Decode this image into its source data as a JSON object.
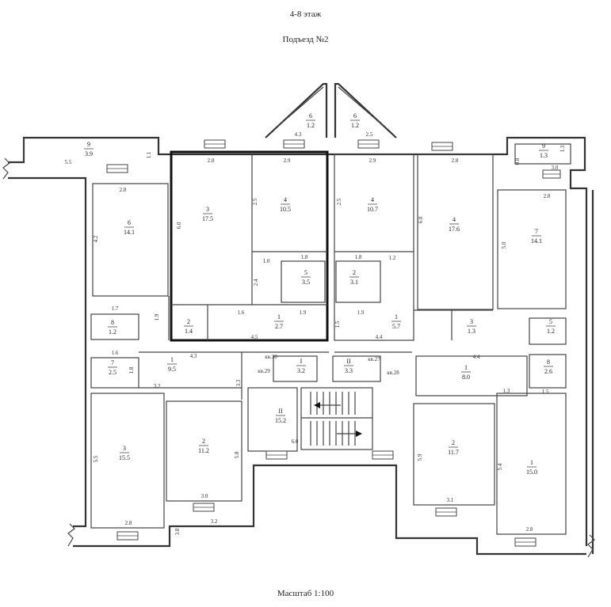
{
  "header": {
    "floor": "4-8 этаж",
    "entrance": "Подъезд №2"
  },
  "footer": {
    "scale": "Масштаб 1:100"
  },
  "rooms": [
    {
      "no": "9",
      "area": "3.9"
    },
    {
      "no": "6",
      "area": "14.1"
    },
    {
      "no": "3",
      "area": "17.5"
    },
    {
      "no": "4",
      "area": "10.5"
    },
    {
      "no": "5",
      "area": "3.5"
    },
    {
      "no": "2",
      "area": "1.4"
    },
    {
      "no": "1",
      "area": "2.7"
    },
    {
      "no": "8",
      "area": "1.2"
    },
    {
      "no": "7",
      "area": "2.5"
    },
    {
      "no": "1",
      "area": "9.5"
    },
    {
      "no": "3",
      "area": "15.5"
    },
    {
      "no": "2",
      "area": "11.2"
    },
    {
      "no": "II",
      "area": "15.2"
    },
    {
      "no": "6",
      "area": "1.2"
    },
    {
      "no": "4",
      "area": "10.7"
    },
    {
      "no": "4",
      "area": "17.6"
    },
    {
      "no": "2",
      "area": "3.1"
    },
    {
      "no": "1",
      "area": "5.7"
    },
    {
      "no": "3",
      "area": "1.3"
    },
    {
      "no": "9",
      "area": "1.3"
    },
    {
      "no": "7",
      "area": "14.1"
    },
    {
      "no": "5",
      "area": "1.2"
    },
    {
      "no": "1",
      "area": "8.0"
    },
    {
      "no": "8",
      "area": "2.6"
    },
    {
      "no": "2",
      "area": "11.7"
    },
    {
      "no": "1",
      "area": "15.0"
    },
    {
      "no": "6",
      "area": "1.2"
    },
    {
      "no": "I",
      "area": "3.2"
    },
    {
      "no": "II",
      "area": "3.3"
    }
  ],
  "apartments": [
    "кв.30",
    "кв.29",
    "кв.27",
    "кв.28"
  ],
  "dims": [
    "4.3",
    "2.5",
    "5.5",
    "1.1",
    "2.8",
    "2.9",
    "2.9",
    "2.8",
    "2.8",
    "0.8",
    "3.0",
    "4.2",
    "6.0",
    "2.5",
    "2.5",
    "6.0",
    "5.0",
    "1.0",
    "1.8",
    "1.8",
    "1.2",
    "2.4",
    "1.9",
    "1.9",
    "1.7",
    "1.6",
    "1.6",
    "1.9",
    "4.5",
    "4.4",
    "4.3",
    "4.4",
    "1.5",
    "1.3",
    "3.2",
    "3.3",
    "6.0",
    "5.5",
    "5.8",
    "5.9",
    "5.4",
    "3.0",
    "3.1",
    "2.8",
    "2.8",
    "2.8",
    "3.2",
    "3.8",
    "1.5",
    "1.8",
    "1.3"
  ]
}
